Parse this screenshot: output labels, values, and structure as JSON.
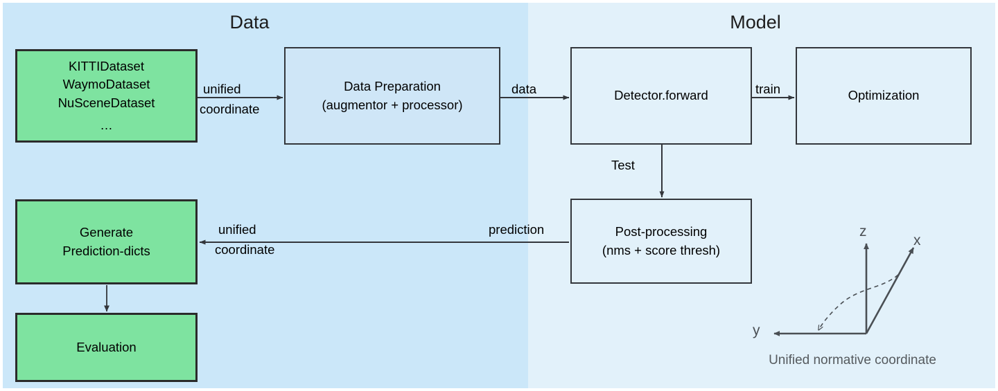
{
  "figure": {
    "kind": "pipeline-flow-diagram",
    "sections": {
      "data": {
        "title": "Data",
        "bg": "#cbe7f9"
      },
      "model": {
        "title": "Model",
        "bg": "#e2f1fa"
      }
    },
    "colors": {
      "green_node_fill": "#7ee3a0",
      "green_node_border": "#2b2b2b",
      "blue_node_fill": "#cfe6f7",
      "blue_node_border": "#33363b",
      "data_panel": "#cbe7f9",
      "model_panel": "#e2f1fa",
      "edge": "#33363b",
      "axis": "#4a4f54",
      "caption_text": "#555a5e"
    }
  },
  "nodes": {
    "datasets": {
      "lines": [
        "KITTIDataset",
        "WaymoDataset",
        "NuSceneDataset"
      ],
      "ellipsis": "…",
      "style": "green"
    },
    "data_preparation": {
      "lines": [
        "Data Preparation",
        "(augmentor + processor)"
      ],
      "style": "blue"
    },
    "detector": {
      "lines": [
        "Detector.forward"
      ],
      "style": "blue"
    },
    "optimization": {
      "lines": [
        "Optimization"
      ],
      "style": "blue"
    },
    "post_processing": {
      "lines": [
        "Post-processing",
        "(nms + score thresh)"
      ],
      "style": "blue"
    },
    "generate_prediction_dicts": {
      "lines": [
        "Generate",
        "Prediction-dicts"
      ],
      "style": "green"
    },
    "evaluation": {
      "lines": [
        "Evaluation"
      ],
      "style": "green"
    }
  },
  "edges": {
    "datasets_to_dataprep": {
      "line1": "unified",
      "line2": "coordinate"
    },
    "dataprep_to_detector": {
      "label": "data"
    },
    "detector_to_optimization": {
      "label": "train"
    },
    "detector_to_postproc": {
      "label": "Test"
    },
    "postproc_to_generate": {
      "label": "prediction"
    },
    "postproc_to_generate_2": {
      "line1": "unified",
      "line2": "coordinate"
    },
    "generate_to_evaluation": {
      "label": ""
    }
  },
  "coordinate_frame": {
    "caption": "Unified normative coordinate",
    "axes": {
      "x": "x",
      "y": "y",
      "z": "z"
    }
  }
}
